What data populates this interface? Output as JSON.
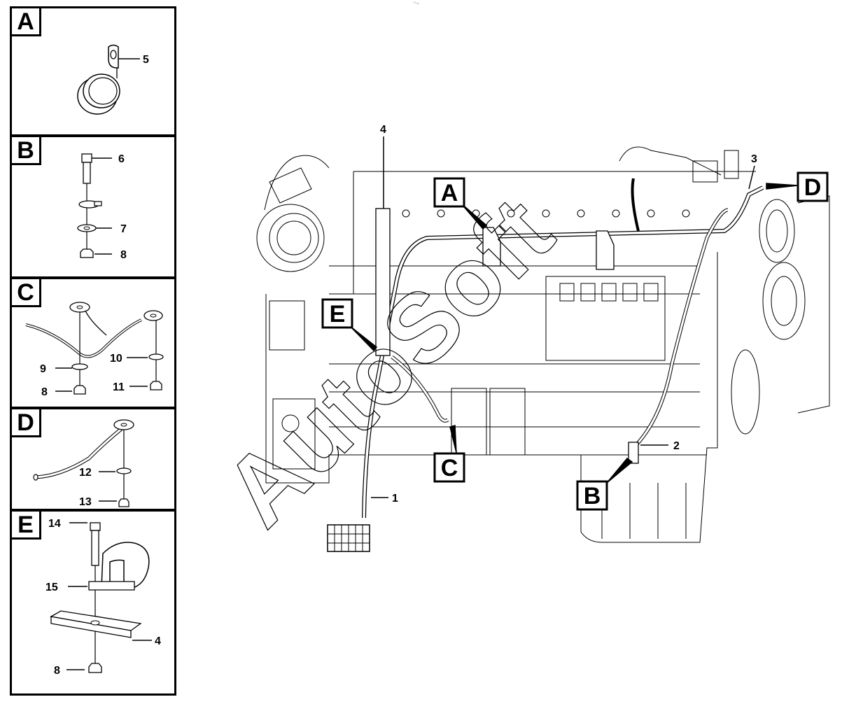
{
  "header_mark": "°°═",
  "panels": [
    {
      "letter": "A",
      "parts": [
        "5"
      ]
    },
    {
      "letter": "B",
      "parts": [
        "6",
        "7",
        "8"
      ]
    },
    {
      "letter": "C",
      "parts": [
        "9",
        "8",
        "10",
        "11"
      ]
    },
    {
      "letter": "D",
      "parts": [
        "12",
        "13"
      ]
    },
    {
      "letter": "E",
      "parts": [
        "14",
        "15",
        "4",
        "8"
      ]
    }
  ],
  "main": {
    "callouts": [
      "A",
      "B",
      "C",
      "D",
      "E"
    ],
    "part_numbers": [
      "1",
      "2",
      "3",
      "4"
    ]
  },
  "watermark": "AutoSoft",
  "colors": {
    "line": "#000000",
    "background": "#ffffff"
  }
}
